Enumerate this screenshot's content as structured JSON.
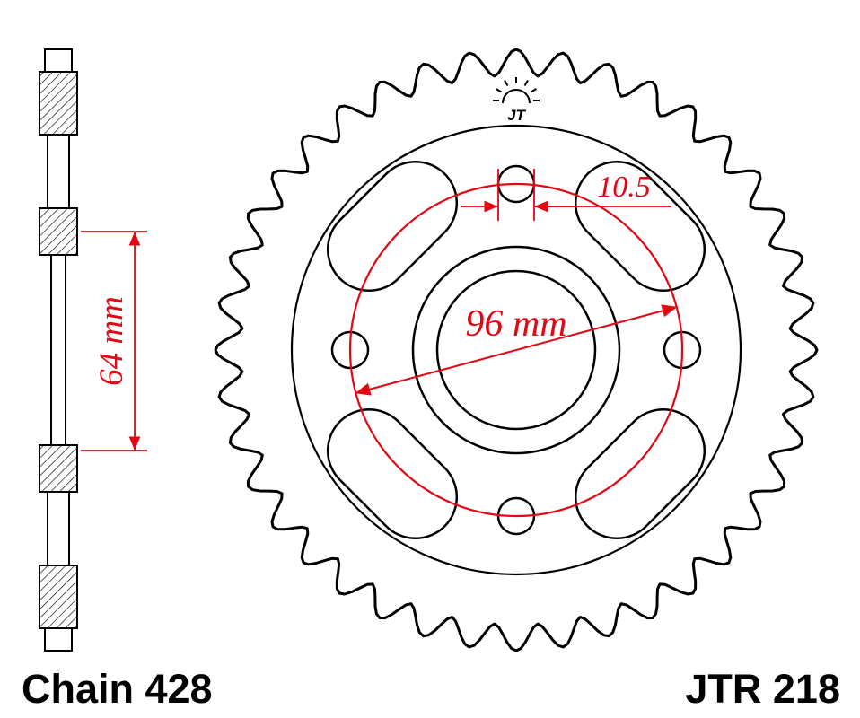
{
  "labels": {
    "chain": "Chain 428",
    "model": "JTR 218"
  },
  "dimensions": {
    "side_width": "64 mm",
    "bolt_hole_diameter": "10.5",
    "bolt_circle_diameter": "96 mm"
  },
  "logo": {
    "text": "JT"
  },
  "colors": {
    "outline": "#000000",
    "dimension_red": "#e30613",
    "background": "#ffffff"
  }
}
